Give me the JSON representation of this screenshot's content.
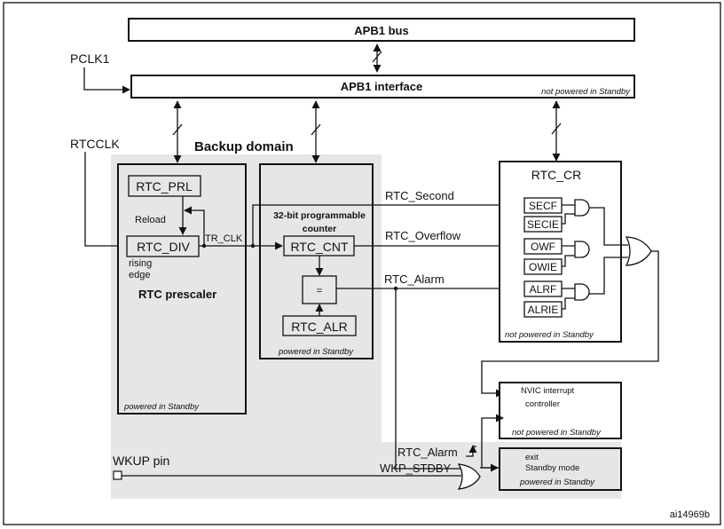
{
  "diagram": {
    "figure_id": "ai14969b",
    "colors": {
      "domain_fill": "#e6e6e6",
      "line": "#111111",
      "background": "#ffffff"
    },
    "apb1_bus": {
      "label": "APB1 bus"
    },
    "apb1_interface": {
      "label": "APB1 interface",
      "note": "not powered in Standby"
    },
    "inputs": {
      "pclk1": "PCLK1",
      "rtcclk": "RTCCLK",
      "wkup_pin": "WKUP pin"
    },
    "backup_domain": {
      "label": "Backup domain"
    },
    "prescaler": {
      "title": "RTC prescaler",
      "note": "powered in Standby",
      "prl": "RTC_PRL",
      "div": "RTC_DIV",
      "reload": "Reload",
      "rising": "rising",
      "edge": "edge",
      "tr_clk": "TR_CLK"
    },
    "counter": {
      "title_line1": "32-bit programmable",
      "title_line2": "counter",
      "cnt": "RTC_CNT",
      "eq": "=",
      "alr": "RTC_ALR",
      "note": "powered in Standby"
    },
    "signals": {
      "second": "RTC_Second",
      "overflow": "RTC_Overflow",
      "alarm": "RTC_Alarm",
      "alarm2": "RTC_Alarm",
      "wkp_stdby": "WKP_STDBY"
    },
    "rtc_cr": {
      "title": "RTC_CR",
      "note": "not powered in Standby",
      "flags": [
        "SECF",
        "SECIE",
        "OWF",
        "OWIE",
        "ALRF",
        "ALRIE"
      ]
    },
    "nvic": {
      "line1": "NVIC interrupt",
      "line2": "controller",
      "note": "not powered in Standby"
    },
    "exit_standby": {
      "line1": "exit",
      "line2": "Standby mode",
      "note": "powered in Standby"
    }
  }
}
